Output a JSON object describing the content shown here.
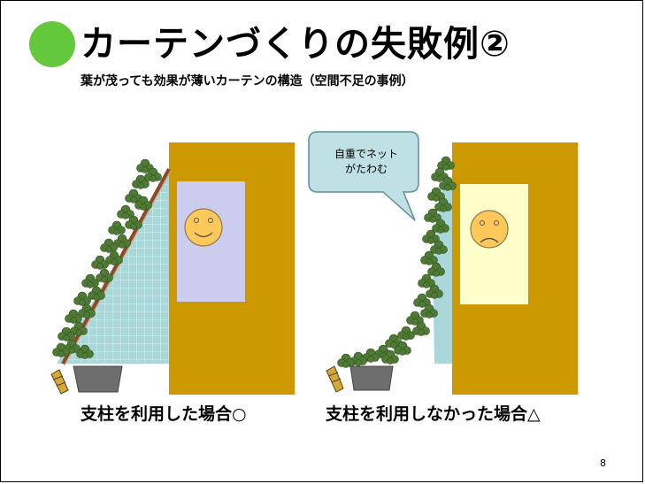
{
  "slide": {
    "title": "カーテンづくりの失敗例②",
    "subtitle": "葉が茂っても効果が薄いカーテンの構造（空間不足の事例）",
    "page_number": "8"
  },
  "scenes": [
    {
      "caption": "支柱を利用した場合○",
      "face": "smile-face-icon"
    },
    {
      "caption": "支柱を利用しなかった場合△",
      "face": "frown-face-icon",
      "speech_bubble": "自重でネット\nがたわむ"
    }
  ],
  "colors": {
    "title_bullet": "#64c83c",
    "wall": "#cc9900",
    "window_left": "#ccccee",
    "window_right": "#ffffcc",
    "shade": "#aad7da",
    "bubble": "#bfe0e4",
    "face": "#ffc85a",
    "leaf": "#4f7a36",
    "pot": "#6e6e6e"
  }
}
